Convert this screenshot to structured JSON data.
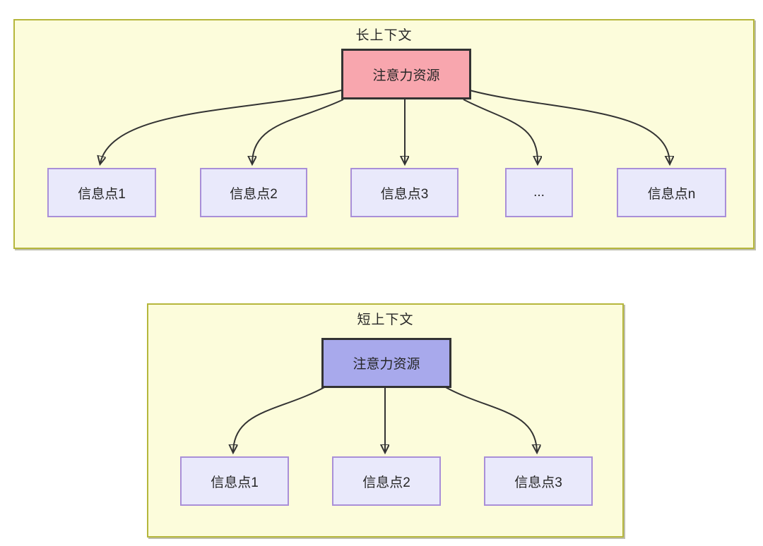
{
  "colors": {
    "page_background": "#ffffff",
    "panel_fill": "#fcfcdb",
    "panel_border": "#b5b63b",
    "attention_long_fill": "#f8a6ae",
    "attention_short_fill": "#a8a9ec",
    "info_fill": "#e9e9fb",
    "info_border": "#a98fd8",
    "node_border_dark": "#333333",
    "arrow_color": "#333333",
    "text_color": "#262626"
  },
  "sections": [
    {
      "title": "长上下文",
      "attention_label": "注意力资源",
      "info_points": [
        {
          "label": "信息点1"
        },
        {
          "label": "信息点2"
        },
        {
          "label": "信息点3"
        },
        {
          "label": "..."
        },
        {
          "label": "信息点n"
        }
      ]
    },
    {
      "title": "短上下文",
      "attention_label": "注意力资源",
      "info_points": [
        {
          "label": "信息点1"
        },
        {
          "label": "信息点2"
        },
        {
          "label": "信息点3"
        }
      ]
    }
  ]
}
